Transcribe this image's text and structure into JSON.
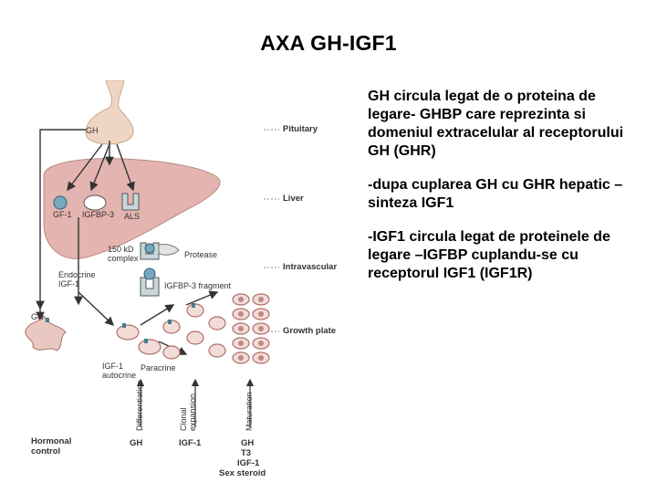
{
  "title": "AXA GH-IGF1",
  "bullets": [
    "GH circula legat de o proteina de legare- GHBP care reprezinta si domeniul extracelular al receptorului GH (GHR)",
    "-dupa cuplarea GH cu GHR hepatic –sinteza IGF1",
    "-IGF1 circula legat de proteinele de legare –IGFBP cuplandu-se cu receptorul IGF1 (IGF1R)"
  ],
  "diagram": {
    "levels": {
      "pituitary": "Pituitary",
      "liver": "Liver",
      "intravascular": "Intravascular",
      "growth_plate": "Growth plate",
      "hormonal_control": "Hormonal control"
    },
    "labels": {
      "gh_top": "GH",
      "igf1": "GF-1",
      "igfbp3": "IGFBP-3",
      "als": "ALS",
      "complex_150": "150 kD complex",
      "protease": "Protease",
      "igfbp3_fragment": "IGFBP-3 fragment",
      "endocrine": "Endocrine IGF-1",
      "gh_side": "GH",
      "igf1_autocrine": "IGF-1 autocrine",
      "paracrine": "Paracrine"
    },
    "stages": [
      "Differentiation",
      "Clonal expansion",
      "Maturation"
    ],
    "bottom": {
      "col1": "GH",
      "col2": "IGF-1",
      "col3": [
        "GH",
        "T3",
        "IGF-1",
        "Sex steroid"
      ]
    },
    "colors": {
      "liver": "#e4b4b0",
      "pituitary": "#efd6c4",
      "cartilage": "#c08782",
      "cell": "#f2dcd8",
      "receptor": "#3f7f8e",
      "arrow": "#333333"
    }
  }
}
